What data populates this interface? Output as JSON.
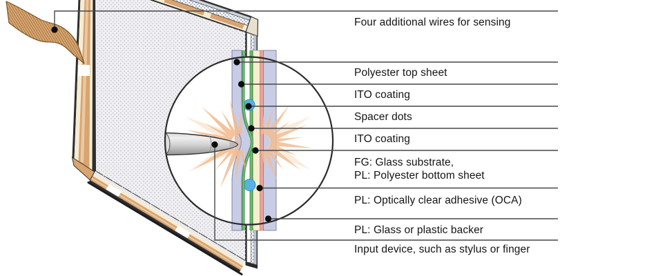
{
  "figure": {
    "callouts": [
      {
        "id": "wires",
        "label": "Four additional wires for sensing"
      },
      {
        "id": "top-sheet",
        "label": "Polyester top sheet"
      },
      {
        "id": "ito-top",
        "label": "ITO coating"
      },
      {
        "id": "spacer-dots",
        "label": "Spacer dots"
      },
      {
        "id": "ito-bottom",
        "label": "ITO coating"
      },
      {
        "id": "substrate",
        "label": "FG: Glass substrate,\nPL: Polyester bottom sheet"
      },
      {
        "id": "oca",
        "label": "PL: Optically clear adhesive (OCA)"
      },
      {
        "id": "backer",
        "label": "PL: Glass or plastic backer"
      },
      {
        "id": "input-device",
        "label": "Input device, such as stylus or finger"
      }
    ],
    "colors": {
      "polyester_sheet": "#c8cce4",
      "ito_coating": "#4a9d50",
      "spacer_dot": "#55b2e4",
      "glass_substrate": "#f7eecf",
      "oca_adhesive": "#eda29b",
      "backer_sheet": "#c8cce4",
      "frame_copper": "#d9a470",
      "pressure_rays": "#f2bd93",
      "callout_line": "#474747"
    }
  }
}
